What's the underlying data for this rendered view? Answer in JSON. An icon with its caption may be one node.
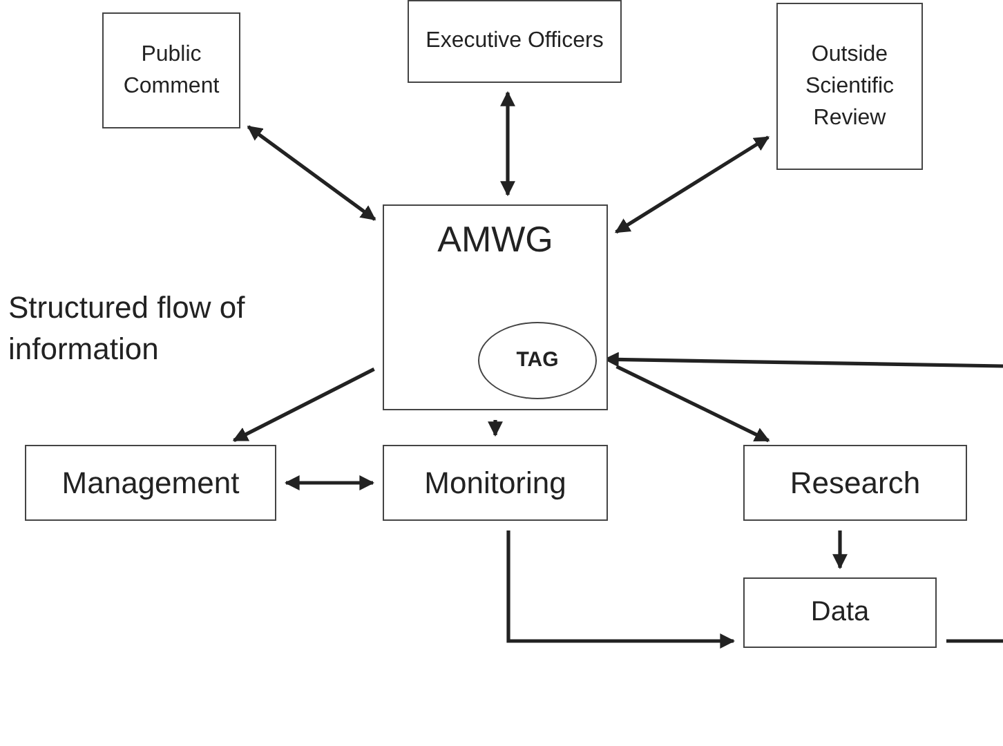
{
  "diagram": {
    "nodes": [
      {
        "text": [
          "Public Comment"
        ]
      },
      {
        "text": [
          "Executive Officers"
        ]
      },
      {
        "text": [
          "Outside Scientific Review"
        ]
      },
      {
        "text": [
          "AMWG"
        ]
      },
      {
        "text": [
          "TAG"
        ],
        "in": 3
      },
      {
        "text": [
          "Management"
        ]
      },
      {
        "text": [
          "Monitoring"
        ]
      },
      {
        "text": [
          "Research"
        ]
      },
      {
        "text": [
          "Data"
        ]
      }
    ],
    "edges": [
      {
        "from": 0,
        "to": 3,
        "arrow": "both"
      },
      {
        "from": 1,
        "to": 3,
        "arrow": "both"
      },
      {
        "from": 2,
        "to": 3,
        "arrow": "both"
      },
      {
        "from": null,
        "to": 4,
        "arrow": "to"
      },
      {
        "from": 3,
        "to": 5,
        "arrow": "to"
      },
      {
        "from": 3,
        "to": 6,
        "arrow": "to"
      },
      {
        "from": 3,
        "to": 7,
        "arrow": "to"
      },
      {
        "from": 5,
        "to": 6,
        "arrow": "both"
      },
      {
        "from": 7,
        "to": 8,
        "arrow": "to"
      },
      {
        "from": 6,
        "to": 8,
        "arrow": "to"
      },
      {
        "from": 8,
        "to": null,
        "arrow": "none"
      }
    ],
    "labels": [
      "Structured flow of information"
    ]
  }
}
